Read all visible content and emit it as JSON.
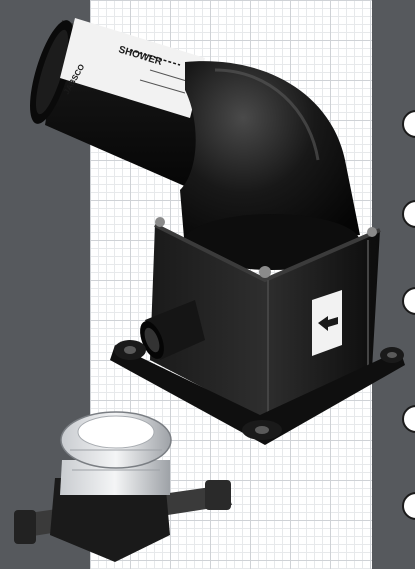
{
  "product_photo": {
    "pump_label": {
      "brand": "JABSCO",
      "model_text": "SHOWER"
    }
  },
  "colors": {
    "side_panel": "#56595d",
    "grid_background": "#ffffff",
    "grid_line": "#cfd2d6",
    "pump_body": "#141414",
    "label_white": "#f2f2f2"
  },
  "right_bullets_count": 5
}
